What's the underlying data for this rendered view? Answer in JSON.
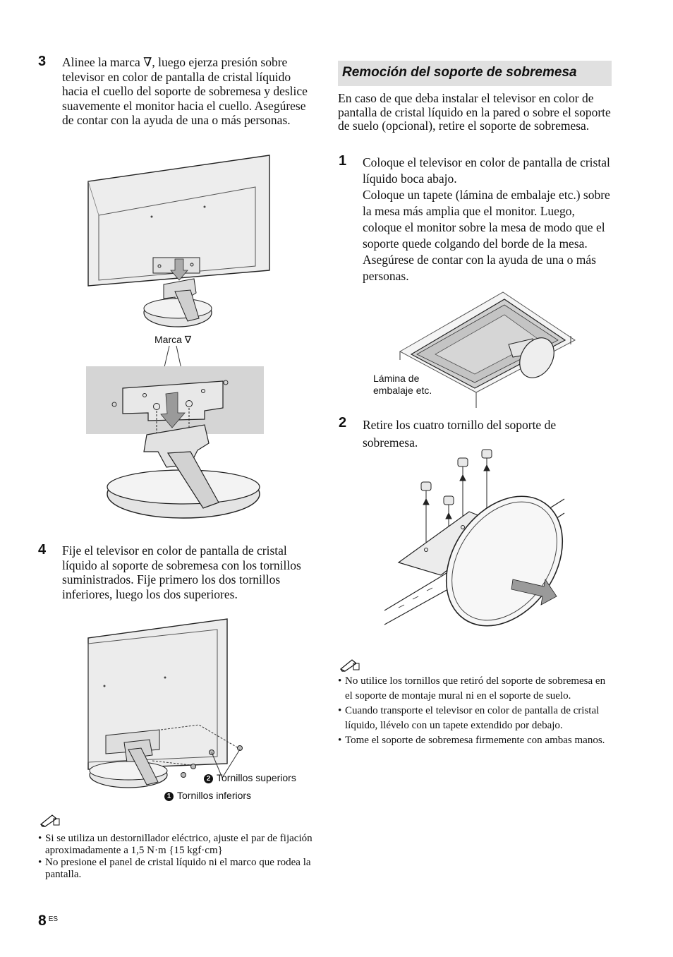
{
  "left": {
    "step3": {
      "number": "3",
      "text": "Alinee la marca ∇, luego ejerza presión sobre televisor en color de pantalla de cristal líquido hacia el cuello del soporte de sobremesa y deslice suavemente el monitor hacia el cuello. Asegúrese de contar con la ayuda de una o más personas."
    },
    "figure1_label": "Marca ∇",
    "step4": {
      "number": "4",
      "text": "Fije el televisor en color de pantalla de cristal líquido al soporte de sobremesa con los tornillos suministrados. Fije primero los dos tornillos inferiores, luego los dos superiores."
    },
    "figure2_labels": {
      "upper_num": "2",
      "upper": "Tornillos superiors",
      "lower_num": "1",
      "lower": "Tornillos inferiors"
    },
    "notes": [
      "Si se utiliza un destornillador eléctrico, ajuste el par de fijación aproximadamente a 1,5 N·m {15 kgf·cm}",
      "No presione el panel de cristal líquido ni el marco que rodea la pantalla."
    ]
  },
  "right": {
    "heading": "Remoción del soporte de sobremesa",
    "intro": "En caso de que deba instalar el televisor en color de pantalla de cristal líquido en la pared o sobre el soporte de suelo (opcional), retire el soporte de sobremesa.",
    "step1": {
      "number": "1",
      "text1": "Coloque el televisor en color de pantalla de cristal líquido boca abajo.",
      "text2": "Coloque un tapete (lámina de embalaje etc.) sobre la mesa más amplia que el monitor. Luego, coloque el monitor sobre la mesa de modo que el  soporte quede colgando del borde de la mesa. Asegúrese de contar con la ayuda de una o más personas."
    },
    "figure3_label_line1": "Lámina de",
    "figure3_label_line2": "embalaje etc.",
    "step2": {
      "number": "2",
      "text": "Retire los cuatro tornillo del soporte de sobremesa."
    },
    "notes": [
      "No utilice los tornillos que retiró del soporte de sobremesa en el soporte de montaje mural ni en el soporte de suelo.",
      "Cuando transporte el televisor en color de pantalla de cristal líquido, llévelo con un tapete extendido por debajo.",
      "Tome el soporte de sobremesa firmemente con ambas manos."
    ]
  },
  "footer": {
    "page_number": "8",
    "lang": "ES"
  }
}
